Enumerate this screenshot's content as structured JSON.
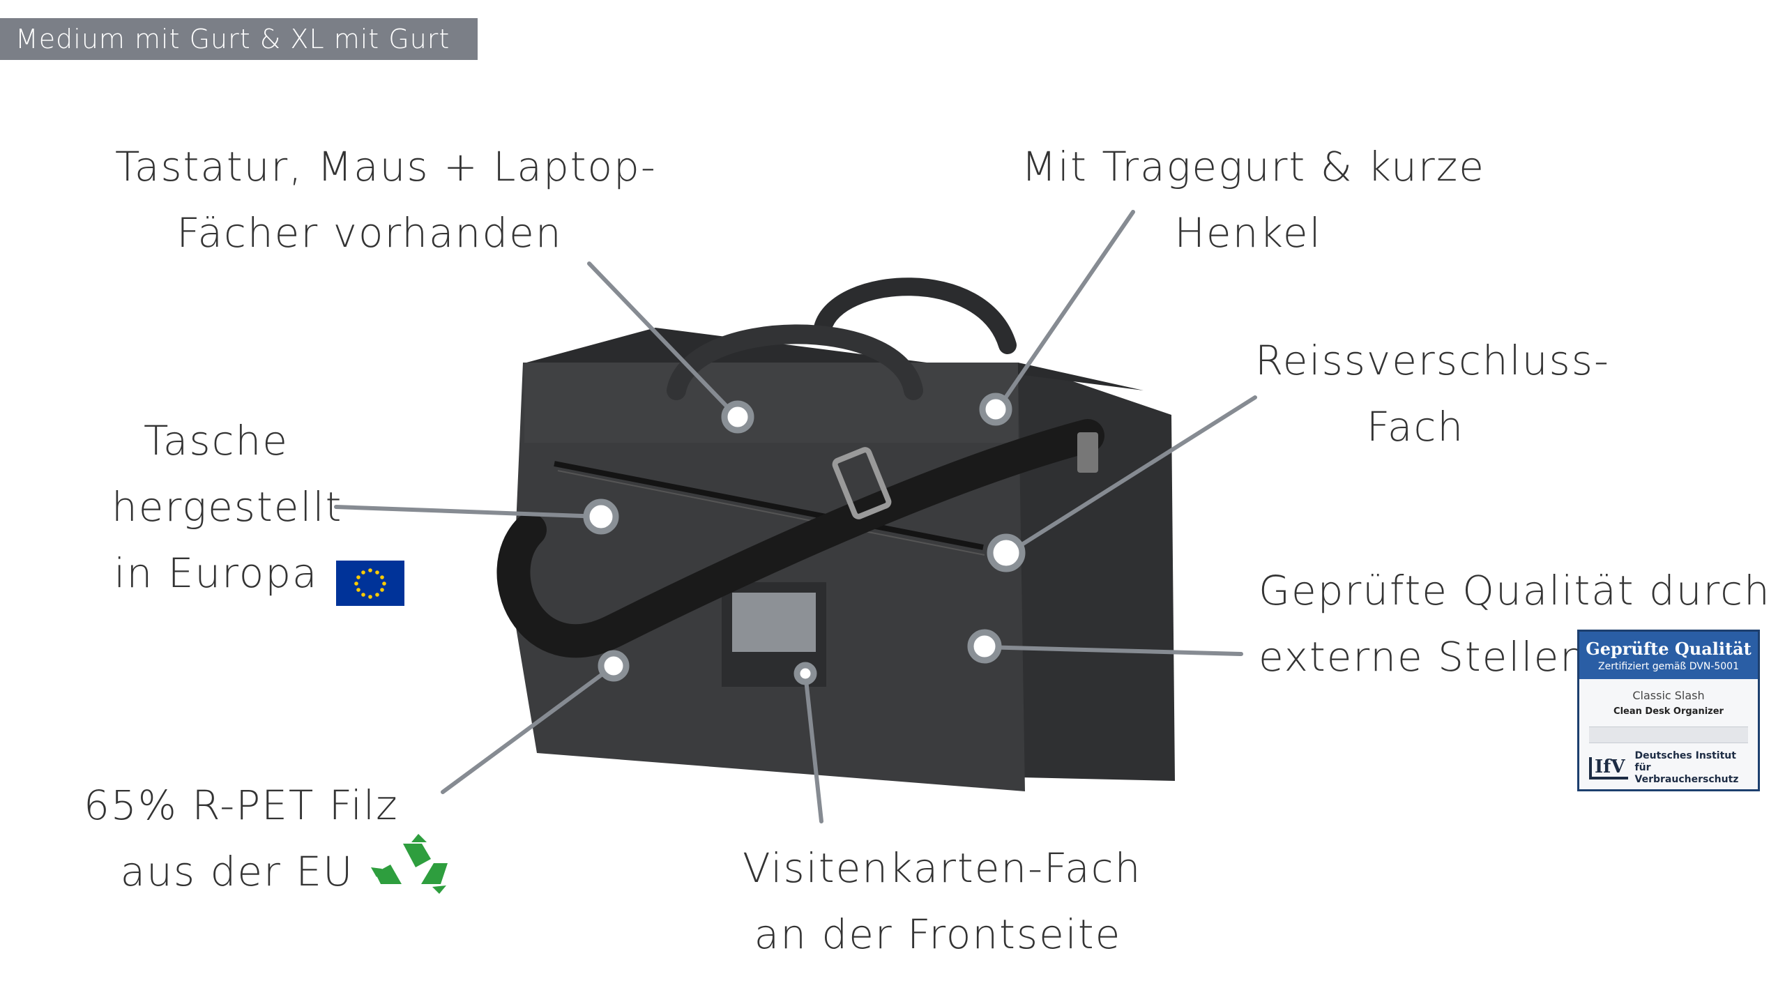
{
  "badge": "Medium mit Gurt & XL mit Gurt",
  "callouts": {
    "compartments": [
      "Tastatur, Maus + Laptop-",
      "Fächer vorhanden"
    ],
    "strap": [
      "Mit Tragegurt & kurze",
      "Henkel"
    ],
    "zipper": [
      "Reissverschluss-",
      "Fach"
    ],
    "made_in": [
      "Tasche",
      "hergestellt",
      "in Europa"
    ],
    "quality": [
      "Geprüfte Qualität durch",
      "externe Stellen"
    ],
    "material": [
      "65% R-PET Filz",
      "aus der EU"
    ],
    "card_slot": [
      "Visitenkarten-Fach",
      "an der Frontseite"
    ]
  },
  "seal": {
    "title": "Geprüfte Qualität",
    "subtitle": "Zertifiziert gemäß DVN-5001",
    "product": "Classic Slash",
    "category": "Clean Desk Organizer",
    "logo": "IfV",
    "institute": [
      "Deutsches Institut für",
      "Verbraucherschutz"
    ]
  },
  "icons": [
    "eu-flag-icon",
    "recycle-icon"
  ],
  "colors": {
    "badge": "#7b7f87",
    "felt": "#3a3b3d",
    "eu_blue": "#003399",
    "eu_gold": "#ffcc00",
    "recycle": "#2e9e3e",
    "seal_blue": "#2a5ea5"
  }
}
